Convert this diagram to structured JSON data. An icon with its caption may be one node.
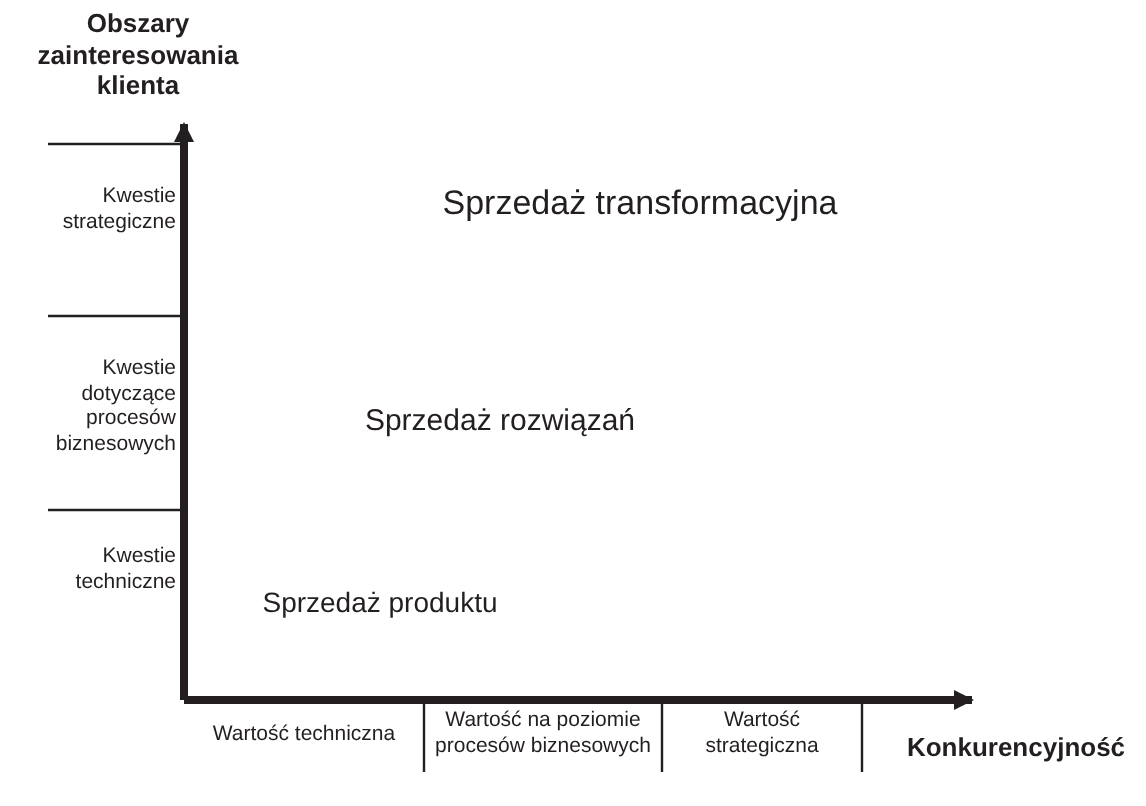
{
  "diagram": {
    "labels": [
      "Obszary zainteresowania klienta",
      "Kwestie strategiczne",
      "Sprzedaż transformacyjna",
      "Kwestie dotyczące procesów biznesowych",
      "Sprzedaż rozwiązań",
      "Kwestie techniczne",
      "Sprzedaż produktu",
      "Wartość techniczna",
      "Wartość na poziomie procesów biznesowych",
      "Wartość strategiczna",
      "Konkurencyjność"
    ]
  }
}
